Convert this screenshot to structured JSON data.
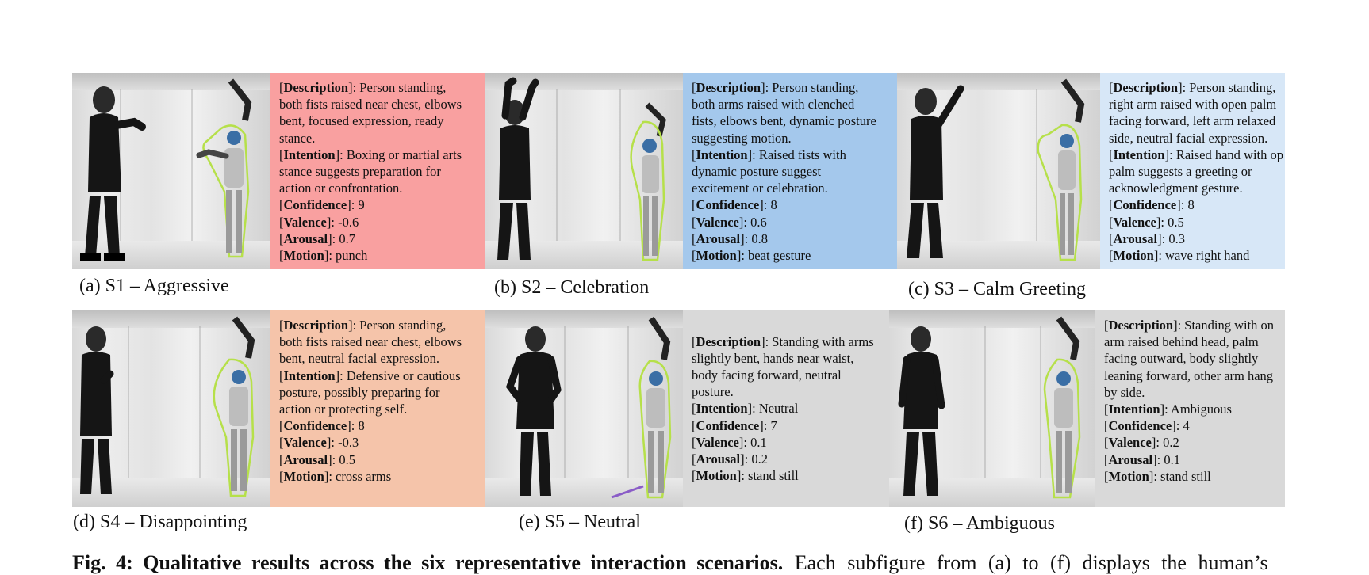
{
  "panels": [
    {
      "caption": "(a) S1 – Aggressive",
      "bg": "#f9a0a0",
      "lines": [
        {
          "k": "Description",
          "v": ": Person standing,"
        },
        {
          "t": "both fists raised near chest, elbows"
        },
        {
          "t": "bent, focused expression, ready"
        },
        {
          "t": "stance."
        },
        {
          "k": "Intention",
          "v": ": Boxing or martial arts"
        },
        {
          "t": "stance suggests preparation for"
        },
        {
          "t": "action or confrontation."
        },
        {
          "k": "Confidence",
          "v": ": 9"
        },
        {
          "k": "Valence",
          "v": ": -0.6"
        },
        {
          "k": "Arousal",
          "v": ": 0.7"
        },
        {
          "k": "Motion",
          "v": ": punch"
        }
      ]
    },
    {
      "caption": "(b) S2 – Celebration",
      "bg": "#a4c8ec",
      "lines": [
        {
          "k": "Description",
          "v": ": Person standing,"
        },
        {
          "t": "both arms raised with clenched"
        },
        {
          "t": "fists, elbows bent, dynamic posture"
        },
        {
          "t": "suggesting motion."
        },
        {
          "k": "Intention",
          "v": ": Raised fists with"
        },
        {
          "t": "dynamic posture suggest"
        },
        {
          "t": "excitement or celebration."
        },
        {
          "k": "Confidence",
          "v": ": 8"
        },
        {
          "k": "Valence",
          "v": ": 0.6"
        },
        {
          "k": "Arousal",
          "v": ": 0.8"
        },
        {
          "k": "Motion",
          "v": ": beat gesture"
        }
      ]
    },
    {
      "caption": "(c) S3 – Calm Greeting",
      "bg": "#d7e7f7",
      "lines": [
        {
          "k": "Description",
          "v": ": Person standing,"
        },
        {
          "t": "right arm raised with open palm"
        },
        {
          "t": "facing forward, left arm relaxed"
        },
        {
          "t": "side, neutral facial expression."
        },
        {
          "k": "Intention",
          "v": ": Raised hand with op"
        },
        {
          "t": "palm suggests a greeting or"
        },
        {
          "t": "acknowledgment gesture."
        },
        {
          "k": "Confidence",
          "v": ": 8"
        },
        {
          "k": "Valence",
          "v": ": 0.5"
        },
        {
          "k": "Arousal",
          "v": ": 0.3"
        },
        {
          "k": "Motion",
          "v": ": wave right hand"
        }
      ]
    },
    {
      "caption": "(d) S4 – Disappointing",
      "bg": "#f5c4aa",
      "lines": [
        {
          "k": "Description",
          "v": ": Person standing,"
        },
        {
          "t": "both fists raised near chest, elbows"
        },
        {
          "t": "bent, neutral facial expression."
        },
        {
          "k": "Intention",
          "v": ": Defensive or cautious"
        },
        {
          "t": "posture, possibly preparing for"
        },
        {
          "t": "action or protecting self."
        },
        {
          "k": "Confidence",
          "v": ": 8"
        },
        {
          "k": "Valence",
          "v": ": -0.3"
        },
        {
          "k": "Arousal",
          "v": ": 0.5"
        },
        {
          "k": "Motion",
          "v": ": cross arms"
        }
      ]
    },
    {
      "caption": "(e) S5 – Neutral",
      "bg": "#d9d9d9",
      "lines": [
        {
          "k": "Description",
          "v": ": Standing with arms"
        },
        {
          "t": "slightly bent, hands near waist,"
        },
        {
          "t": "body facing forward, neutral"
        },
        {
          "t": "posture."
        },
        {
          "k": "Intention",
          "v": ": Neutral"
        },
        {
          "k": "Confidence",
          "v": ": 7"
        },
        {
          "k": "Valence",
          "v": ": 0.1"
        },
        {
          "k": "Arousal",
          "v": ": 0.2"
        },
        {
          "k": "Motion",
          "v": ": stand still"
        }
      ]
    },
    {
      "caption": "(f) S6 – Ambiguous",
      "bg": "#d9d9d9",
      "lines": [
        {
          "k": "Description",
          "v": ": Standing with on"
        },
        {
          "t": "arm raised behind head, palm"
        },
        {
          "t": "facing outward, body slightly"
        },
        {
          "t": "leaning forward, other arm hang"
        },
        {
          "t": "by side."
        },
        {
          "k": "Intention",
          "v": ": Ambiguous"
        },
        {
          "k": "Confidence",
          "v": ": 4"
        },
        {
          "k": "Valence",
          "v": ": 0.2"
        },
        {
          "k": "Arousal",
          "v": ": 0.1"
        },
        {
          "k": "Motion",
          "v": ": stand still"
        }
      ]
    }
  ],
  "figure_caption": {
    "label": "Fig. 4: Qualitative results across the six representative interaction scenarios.",
    "text": " Each subfigure from (a) to (f) displays the human’s"
  }
}
